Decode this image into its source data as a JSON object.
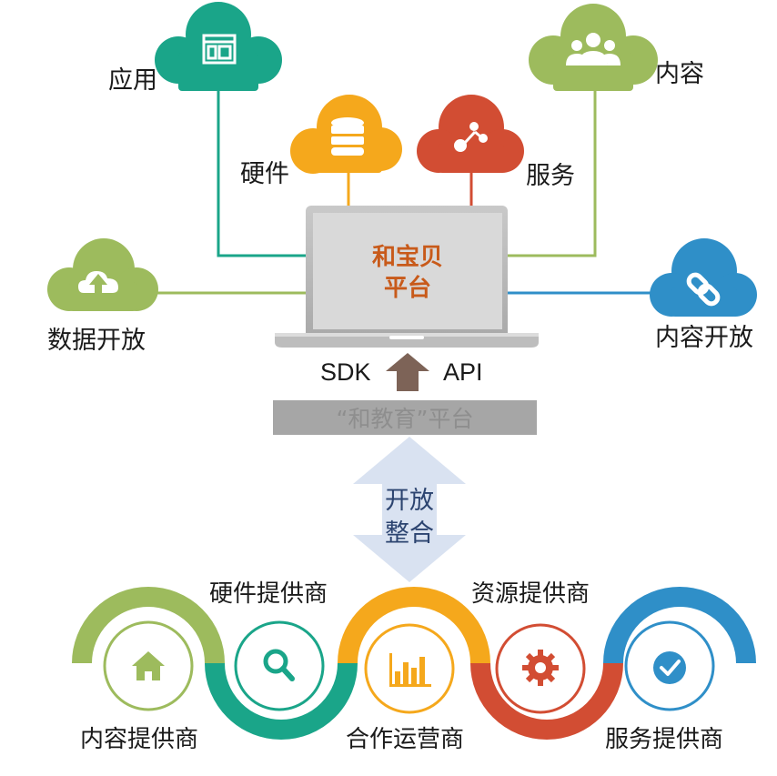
{
  "clouds": {
    "app": {
      "label": "应用",
      "color": "#1aa589",
      "icon": "window-icon"
    },
    "hardware": {
      "label": "硬件",
      "color": "#f5a81c",
      "icon": "database-icon"
    },
    "service": {
      "label": "服务",
      "color": "#d24d33",
      "icon": "share-icon"
    },
    "content": {
      "label": "内容",
      "color": "#9dbb5d",
      "icon": "users-icon"
    },
    "data_open": {
      "label": "数据开放",
      "color": "#9dbb5d",
      "icon": "cloud-upload-icon"
    },
    "content_open": {
      "label": "内容开放",
      "color": "#2f8fc8",
      "icon": "link-icon"
    }
  },
  "platform": {
    "title_line1": "和宝贝",
    "title_line2": "平台",
    "sdk_label": "SDK",
    "api_label": "API",
    "edu_platform": "“和教育”平台"
  },
  "integration": {
    "line1": "开放",
    "line2": "整合"
  },
  "providers": {
    "content": {
      "label": "内容提供商",
      "color": "#9dbb5d",
      "icon": "home-icon"
    },
    "hardware": {
      "label": "硬件提供商",
      "color": "#1aa589",
      "icon": "search-icon"
    },
    "operator": {
      "label": "合作运营商",
      "color": "#f5a81c",
      "icon": "bar-chart-icon"
    },
    "resource": {
      "label": "资源提供商",
      "color": "#d24d33",
      "icon": "gear-icon"
    },
    "service": {
      "label": "服务提供商",
      "color": "#2f8fc8",
      "icon": "check-icon"
    }
  }
}
